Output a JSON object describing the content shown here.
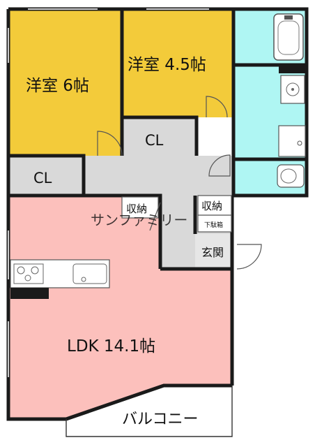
{
  "rooms": {
    "bedroom_6": "洋室 6帖",
    "bedroom_45": "洋室 4.5帖",
    "closet_left": "CL",
    "closet_mid": "CL",
    "storage_hall": "収納",
    "storage_entry": "収納",
    "shoe_box": "下駄箱",
    "entrance": "玄関",
    "ldk": "LDK 14.1帖",
    "balcony": "バルコニー"
  },
  "watermark": "サンファミリー",
  "colors": {
    "bedroom": "#f3cb3a",
    "ldk": "#fcc0bc",
    "wet": "#aff6f3",
    "hall": "#d9d9d9",
    "wall": "#1a1a1a"
  }
}
